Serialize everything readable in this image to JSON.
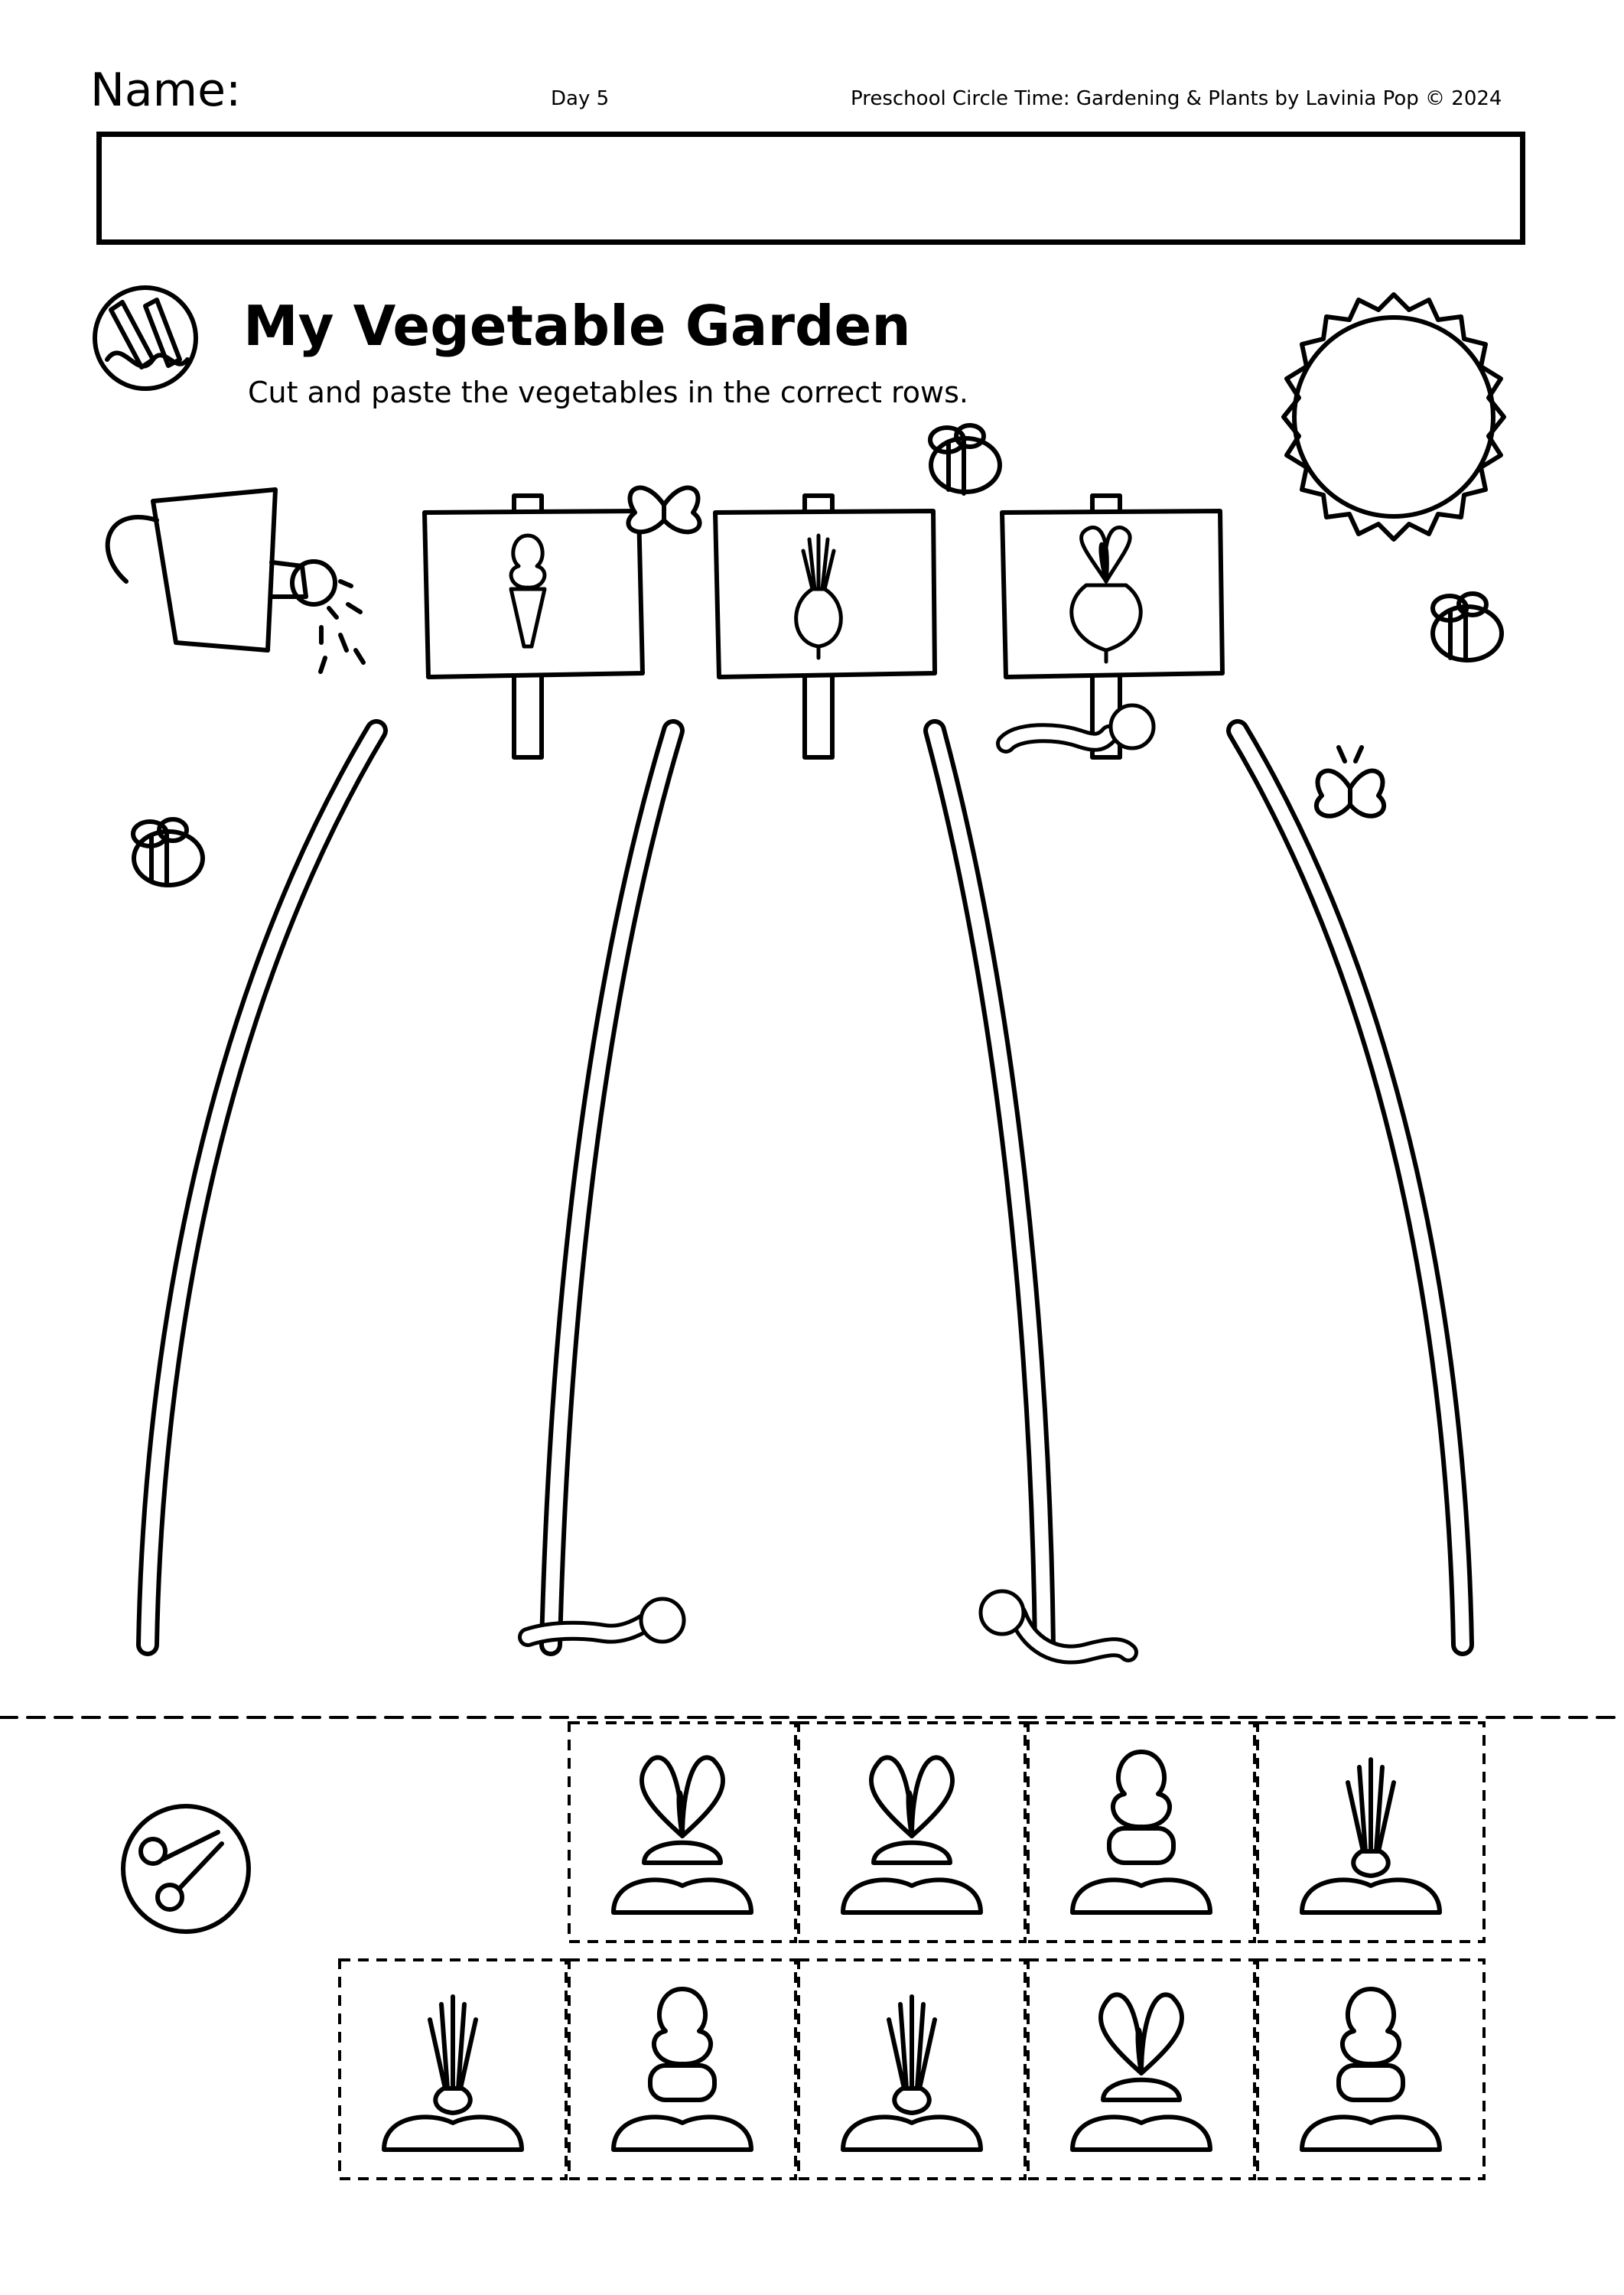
{
  "header": {
    "name_label": "Name:",
    "day_label": "Day 5",
    "credit": "Preschool Circle Time: Gardening & Plants by Lavinia Pop © 2024"
  },
  "activity": {
    "title": "My Vegetable Garden",
    "instructions": "Cut and paste the vegetables in the correct rows."
  },
  "signs": [
    {
      "vegetable": "carrot",
      "icon": "carrot-icon"
    },
    {
      "vegetable": "onion",
      "icon": "onion-icon"
    },
    {
      "vegetable": "beet",
      "icon": "beet-icon"
    }
  ],
  "cut_cards": {
    "row1": [
      "beet",
      "beet",
      "carrot",
      "onion"
    ],
    "row2": [
      "onion",
      "carrot",
      "onion",
      "beet",
      "carrot"
    ]
  },
  "colors": {
    "ink": "#000000",
    "paper": "#ffffff"
  }
}
